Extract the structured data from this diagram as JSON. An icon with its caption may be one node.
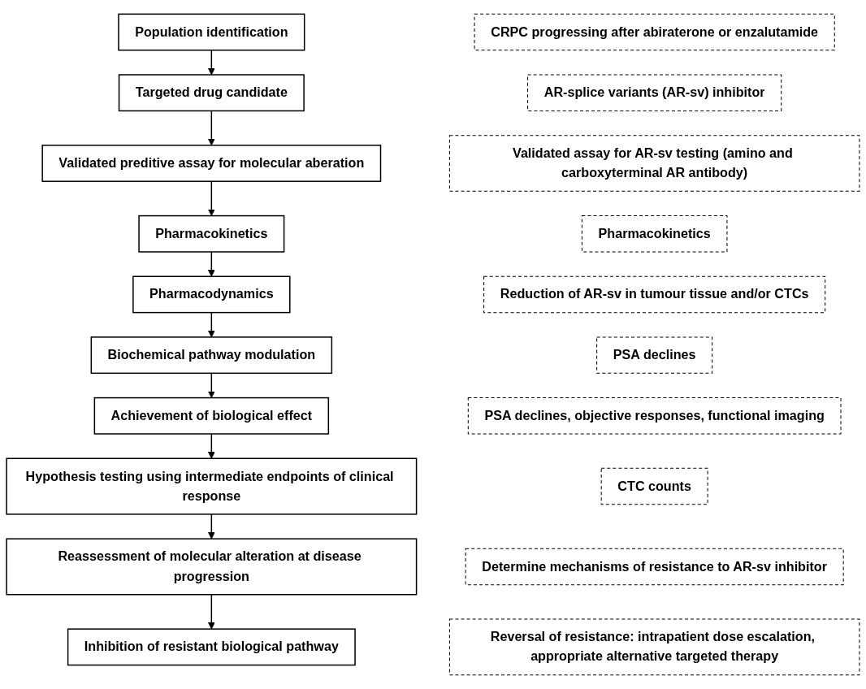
{
  "diagram": {
    "nodes": [
      {
        "text": [
          "Population identification"
        ]
      },
      {
        "text": [
          "Targeted drug candidate"
        ]
      },
      {
        "text": [
          "Validated preditive assay for molecular aberation"
        ]
      },
      {
        "text": [
          "Pharmacokinetics"
        ]
      },
      {
        "text": [
          "Pharmacodynamics"
        ]
      },
      {
        "text": [
          "Biochemical pathway modulation"
        ]
      },
      {
        "text": [
          "Achievement of biological effect"
        ]
      },
      {
        "text": [
          "Hypothesis testing using intermediate endpoints of clinical response"
        ]
      },
      {
        "text": [
          "Reassessment of molecular alteration at disease progression"
        ]
      },
      {
        "text": [
          "Inhibition of resistant biological pathway"
        ]
      },
      {
        "text": [
          "CRPC progressing after abiraterone or enzalutamide"
        ]
      },
      {
        "text": [
          "AR-splice variants (AR-sv) inhibitor"
        ]
      },
      {
        "text": [
          "Validated assay for AR-sv testing (amino and carboxyterminal AR antibody)"
        ]
      },
      {
        "text": [
          "Pharmacokinetics"
        ]
      },
      {
        "text": [
          "Reduction of AR-sv in tumour tissue and/or CTCs"
        ]
      },
      {
        "text": [
          "PSA declines"
        ]
      },
      {
        "text": [
          "PSA declines, objective responses, functional imaging"
        ]
      },
      {
        "text": [
          "CTC counts"
        ]
      },
      {
        "text": [
          "Determine mechanisms of resistance to AR-sv inhibitor"
        ]
      },
      {
        "text": [
          "Reversal of resistance: intrapatient dose escalation, appropriate alternative targeted therapy"
        ]
      }
    ],
    "edges": [
      {
        "from": 0,
        "to": 1,
        "arrow": "to"
      },
      {
        "from": 1,
        "to": 2,
        "arrow": "to"
      },
      {
        "from": 2,
        "to": 3,
        "arrow": "to"
      },
      {
        "from": 3,
        "to": 4,
        "arrow": "to"
      },
      {
        "from": 4,
        "to": 5,
        "arrow": "to"
      },
      {
        "from": 5,
        "to": 6,
        "arrow": "to"
      },
      {
        "from": 6,
        "to": 7,
        "arrow": "to"
      },
      {
        "from": 7,
        "to": 8,
        "arrow": "to"
      },
      {
        "from": 8,
        "to": 9,
        "arrow": "to"
      }
    ]
  }
}
